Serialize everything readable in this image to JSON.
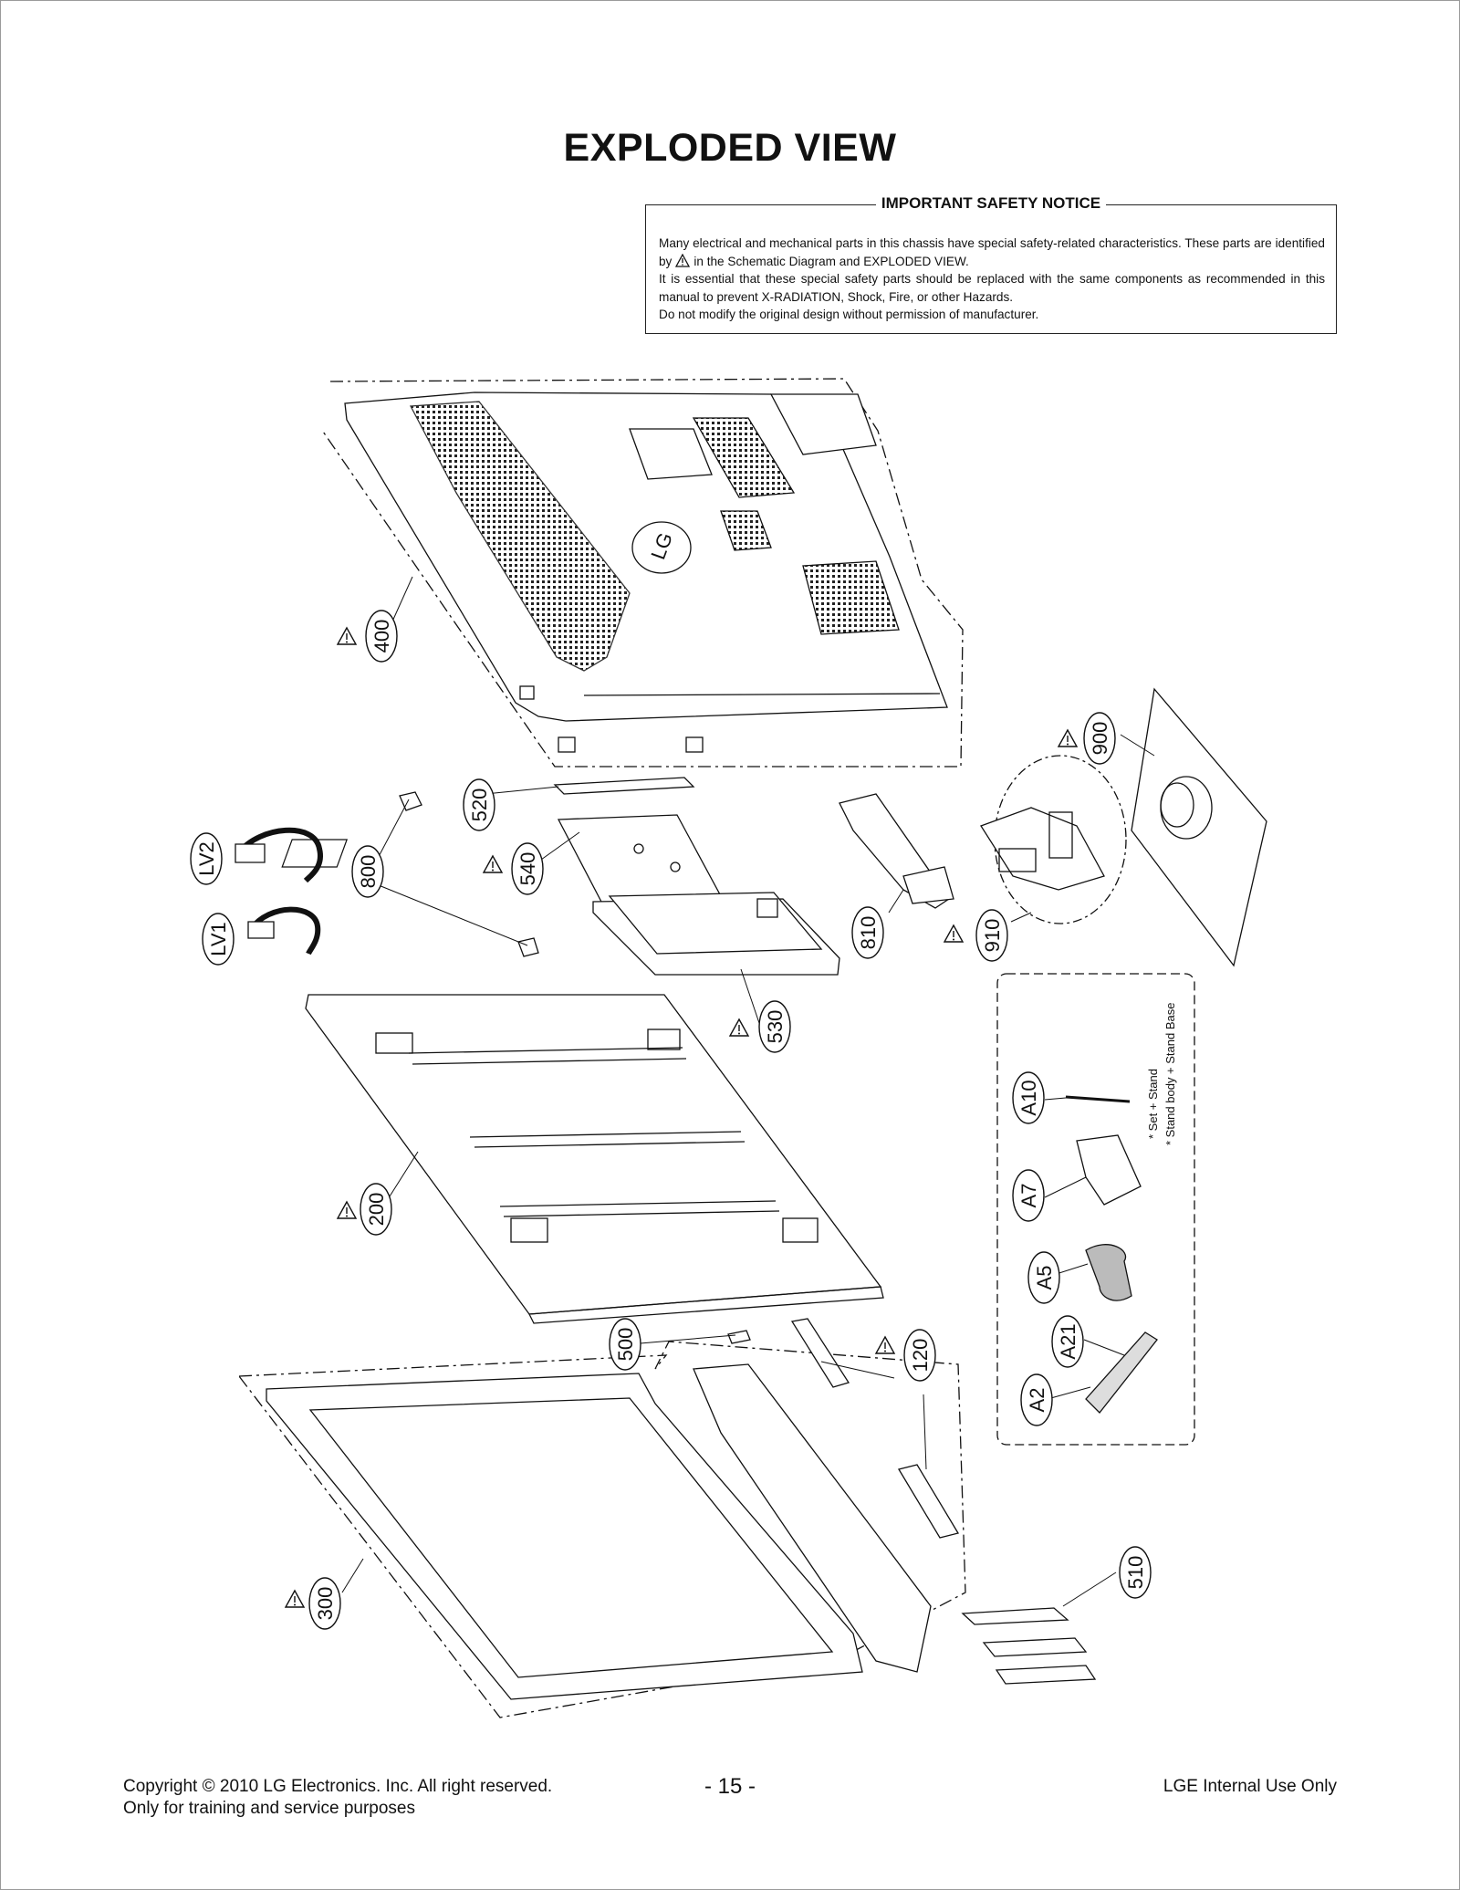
{
  "title": "EXPLODED VIEW",
  "notice": {
    "heading": "IMPORTANT SAFETY NOTICE",
    "line1a": "Many electrical and mechanical parts in this chassis have special safety-related characteristics. These parts are identified by",
    "line1b": "in the Schematic Diagram and EXPLODED VIEW.",
    "line2": "It is essential that these special safety parts should be replaced with the same components as recommended in this manual to prevent X-RADIATION, Shock, Fire, or other Hazards.",
    "line3": "Do not modify the original design without permission of manufacturer."
  },
  "callouts": [
    "400",
    "520",
    "540",
    "800",
    "LV2",
    "LV1",
    "810",
    "910",
    "900",
    "530",
    "200",
    "500",
    "120",
    "300",
    "510",
    "A10",
    "A7",
    "A5",
    "A21",
    "A2"
  ],
  "stand_notes": [
    "* Set + Stand",
    "* Stand body + Stand Base"
  ],
  "footer": {
    "copyright": "Copyright © 2010 LG Electronics. Inc. All right reserved.",
    "purpose": "Only for training and service purposes",
    "page": "- 15 -",
    "internal": "LGE Internal Use Only"
  }
}
